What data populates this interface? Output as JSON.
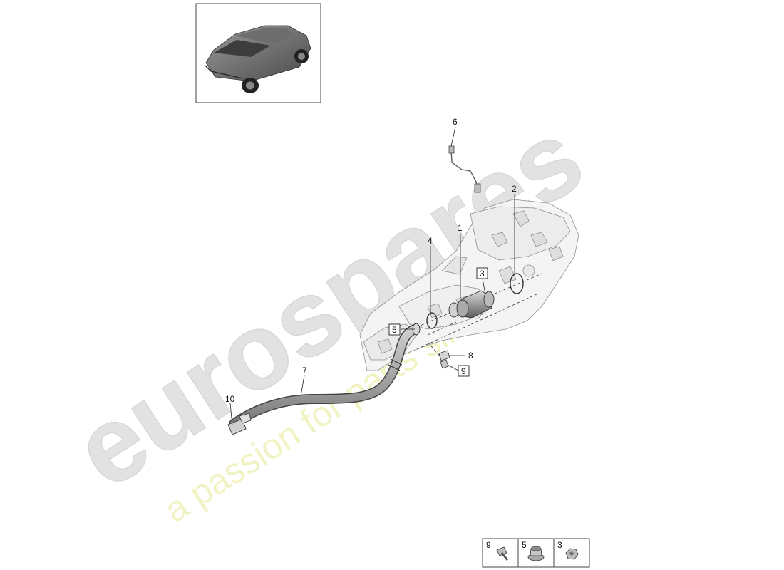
{
  "watermark": {
    "brand": "eurospares",
    "tagline": "a passion for parts since 1985",
    "brand_color": "#e2e2e2",
    "tagline_color": "#f2f3c4"
  },
  "thumbnail": {
    "icon": "car-suv-coupe-icon"
  },
  "callouts": [
    {
      "id": "1",
      "label": "1",
      "boxed": false
    },
    {
      "id": "2",
      "label": "2",
      "boxed": false
    },
    {
      "id": "3",
      "label": "3",
      "boxed": true
    },
    {
      "id": "4",
      "label": "4",
      "boxed": false
    },
    {
      "id": "5",
      "label": "5",
      "boxed": true
    },
    {
      "id": "6",
      "label": "6",
      "boxed": false
    },
    {
      "id": "7",
      "label": "7",
      "boxed": false
    },
    {
      "id": "8",
      "label": "8",
      "boxed": false
    },
    {
      "id": "9",
      "label": "9",
      "boxed": true
    },
    {
      "id": "10",
      "label": "10",
      "boxed": false
    }
  ],
  "legend": [
    {
      "label": "9",
      "icon": "bolt-icon"
    },
    {
      "label": "5",
      "icon": "flange-nut-icon"
    },
    {
      "label": "3",
      "icon": "nut-icon"
    }
  ]
}
